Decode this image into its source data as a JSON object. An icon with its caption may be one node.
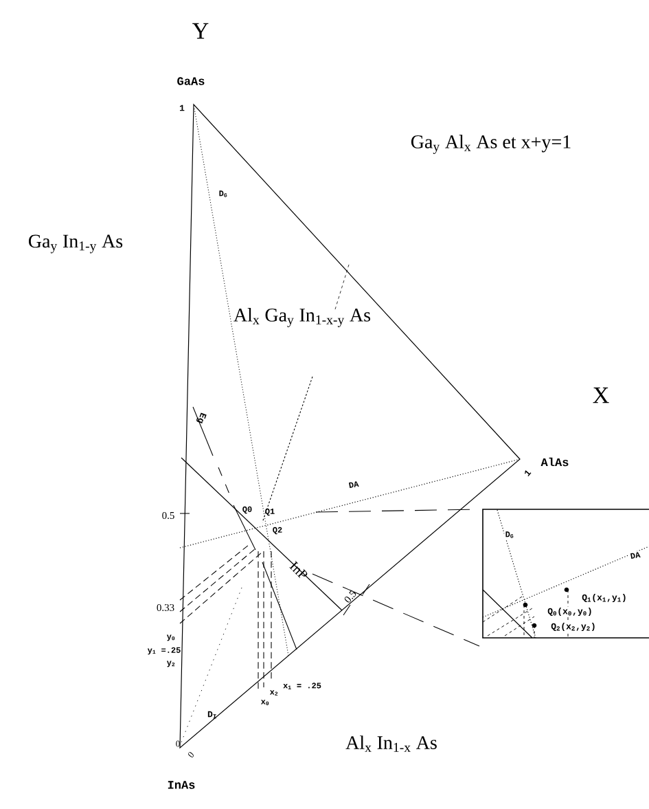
{
  "diagram": {
    "nodes": [
      {
        "text": [
          "D$_{G}$",
          "DA",
          "Q$_{1}$(x$_{1}$,y$_{1}$)",
          "Q$_{0}$(x$_{0}$,y$_{0}$)",
          "Q$_{2}$(x$_{2}$,y$_{2}$)"
        ]
      }
    ],
    "labels": [
      "Y",
      "GaAs",
      "1",
      "Ga$_{y}$ Al$_{x}$ As   et  x+y=1",
      "D$_{G}$",
      "Ga$_{y}$ In$_{1-y}$ As",
      "Al$_{x}$ Ga$_{y}$ In$_{1-x-y}$ As",
      "X",
      "Eg",
      "0.5",
      "1",
      "AlAs",
      "DA",
      "Q0",
      "Q1",
      "Q2",
      "0.33",
      "InP",
      "0.5",
      "y$_{0}$",
      "y$_{1}$ =.25",
      "y$_{2}$",
      "x$_{1}$ = .25",
      "x$_{2}$",
      "x$_{0}$",
      "D$_{I}$",
      "0",
      "0",
      "Al$_{x}$ In$_{1-x}$ As",
      "InAs"
    ]
  }
}
